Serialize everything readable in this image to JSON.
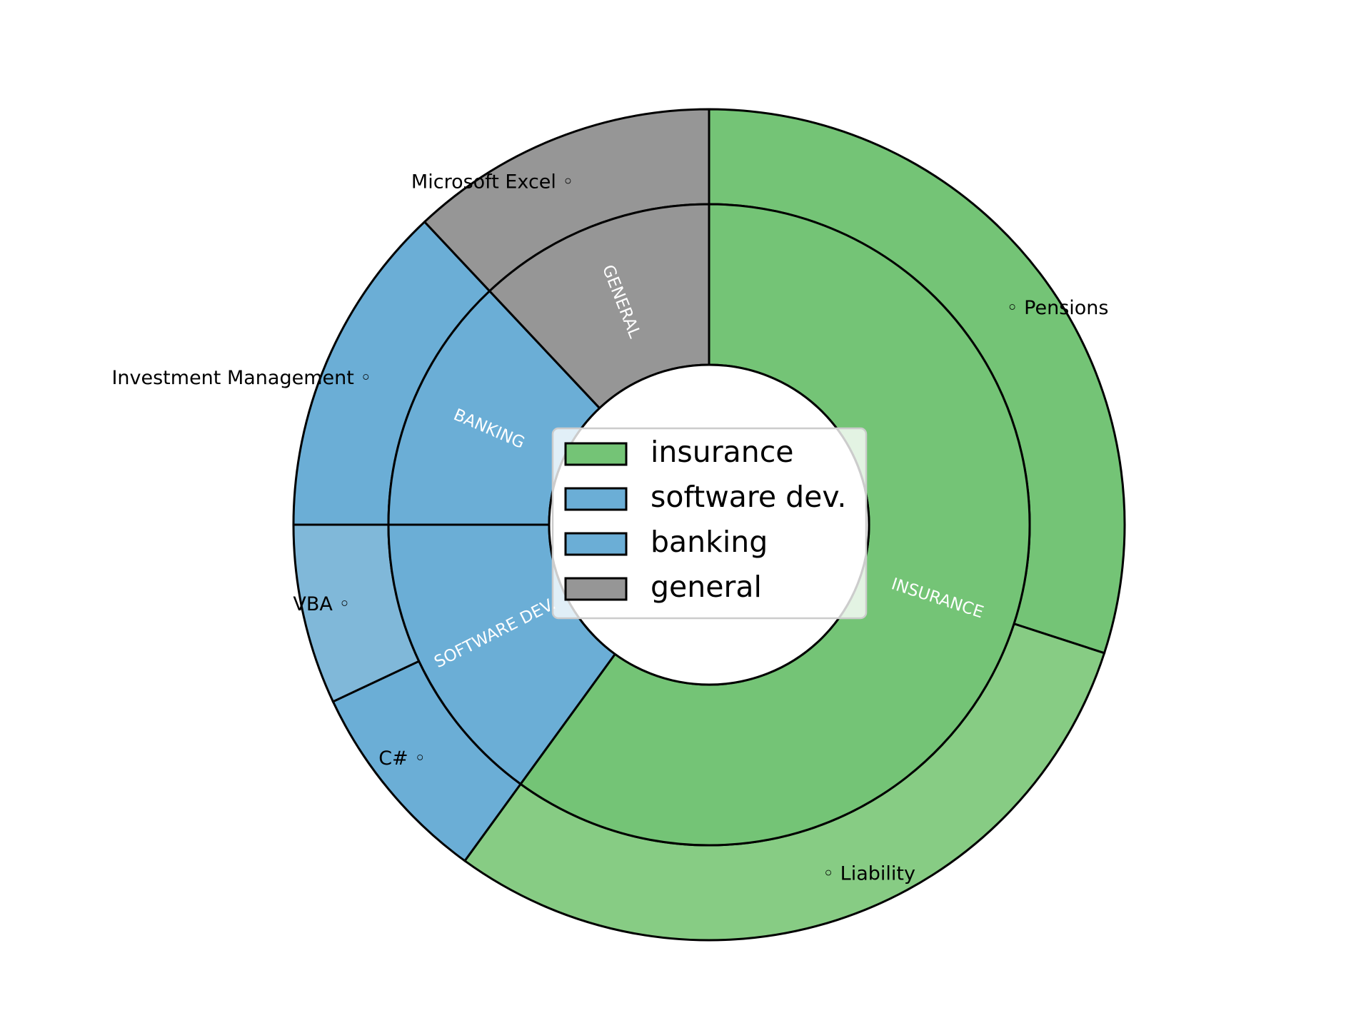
{
  "chart_data": {
    "type": "pie",
    "variant": "nested-donut",
    "inner_ring": [
      {
        "label": "INSURANCE",
        "category": "insurance",
        "value": 60.0,
        "color": "#74c476"
      },
      {
        "label": "SOFTWARE DEV.",
        "category": "software dev.",
        "value": 15.0,
        "color": "#6baed6"
      },
      {
        "label": "BANKING",
        "category": "banking",
        "value": 13.0,
        "color": "#6baed6"
      },
      {
        "label": "GENERAL",
        "category": "general",
        "value": 12.0,
        "color": "#969696"
      }
    ],
    "outer_ring": [
      {
        "label": "Pensions",
        "parent": "insurance",
        "value": 30.0,
        "color": "#74c476"
      },
      {
        "label": "Liability",
        "parent": "insurance",
        "value": 30.0,
        "color": "#87cc84"
      },
      {
        "label": "C#",
        "parent": "software dev.",
        "value": 8.0,
        "color": "#6baed6"
      },
      {
        "label": "VBA",
        "parent": "software dev.",
        "value": 7.0,
        "color": "#80b8d9"
      },
      {
        "label": "Investment Management",
        "parent": "banking",
        "value": 13.0,
        "color": "#6baed6"
      },
      {
        "label": "Microsoft Excel",
        "parent": "general",
        "value": 12.0,
        "color": "#969696"
      }
    ],
    "legend": {
      "placement": "center",
      "entries": [
        {
          "label": "insurance",
          "color": "#74c476"
        },
        {
          "label": "software dev.",
          "color": "#6baed6"
        },
        {
          "label": "banking",
          "color": "#6baed6"
        },
        {
          "label": "general",
          "color": "#969696"
        }
      ]
    },
    "start_angle_deg": 90,
    "direction": "clockwise",
    "edge_color": "#000000"
  }
}
